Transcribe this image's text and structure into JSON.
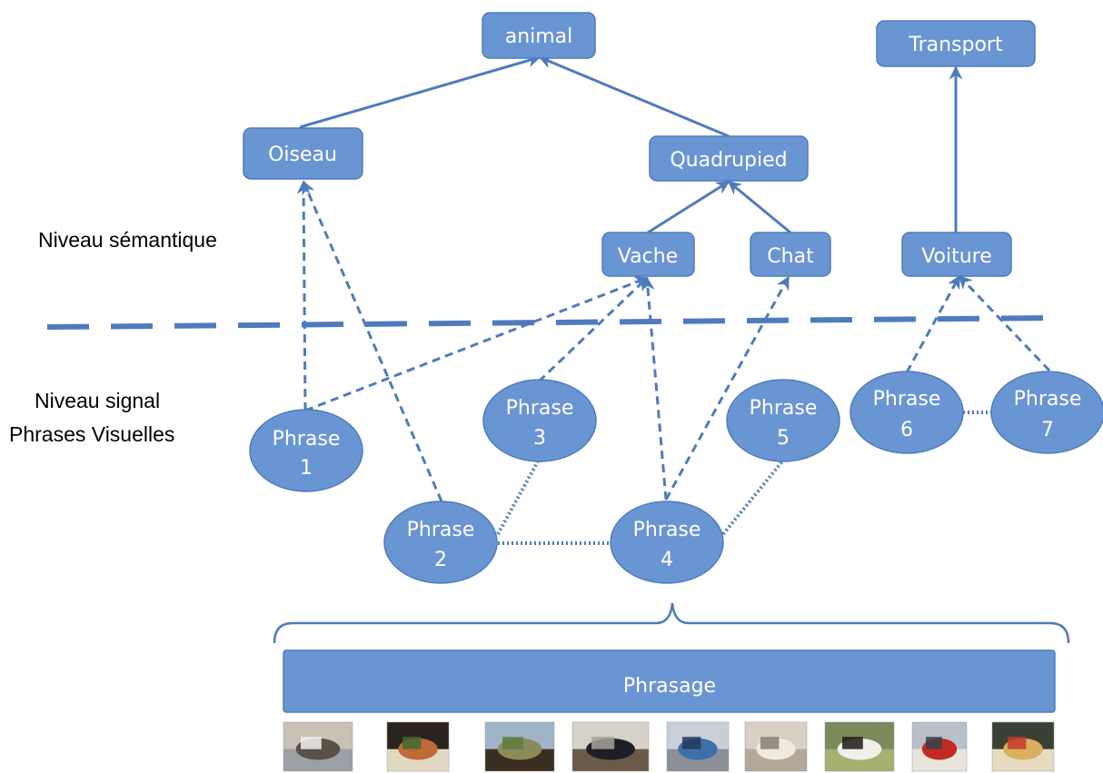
{
  "colors": {
    "node_fill": "#6a95d3",
    "node_stroke": "#4f7bbd",
    "edge": "#4f7bbd",
    "text_on_node": "#ffffff",
    "label_text": "#000000"
  },
  "labels": {
    "semantic_level": "Niveau sémantique",
    "signal_level_line1": "Niveau signal",
    "signal_level_line2": "Phrases Visuelles"
  },
  "semantic_nodes": {
    "animal": "animal",
    "transport": "Transport",
    "oiseau": "Oiseau",
    "quadrupied": "Quadrupied",
    "vache": "Vache",
    "chat": "Chat",
    "voiture": "Voiture"
  },
  "phrases": [
    {
      "word": "Phrase",
      "num": "1"
    },
    {
      "word": "Phrase",
      "num": "2"
    },
    {
      "word": "Phrase",
      "num": "3"
    },
    {
      "word": "Phrase",
      "num": "4"
    },
    {
      "word": "Phrase",
      "num": "5"
    },
    {
      "word": "Phrase",
      "num": "6"
    },
    {
      "word": "Phrase",
      "num": "7"
    }
  ],
  "phrasage_label": "Phrasage",
  "thumbnails": [
    {
      "icon": "airplane-thumbnail",
      "colors": [
        "#c9c2b4",
        "#5a5048",
        "#f1f1f1",
        "#9aa0a6"
      ]
    },
    {
      "icon": "potted-plant-thumbnail",
      "colors": [
        "#2a241c",
        "#c06a3a",
        "#3f6b2e",
        "#e0d8c0"
      ]
    },
    {
      "icon": "horse-landscape-thumbnail",
      "colors": [
        "#9fb4c8",
        "#8a8a5a",
        "#5e7a3c",
        "#3b2c20"
      ]
    },
    {
      "icon": "sofa-thumbnail",
      "colors": [
        "#d7d2c8",
        "#1e1e26",
        "#a8a29a",
        "#6b5a48"
      ]
    },
    {
      "icon": "blue-car-thumbnail",
      "colors": [
        "#c8cfd8",
        "#3f6fa8",
        "#233a5a",
        "#8a9098"
      ]
    },
    {
      "icon": "cat-thumbnail",
      "colors": [
        "#d8d0c4",
        "#efe9e0",
        "#8a7e70",
        "#b4a898"
      ]
    },
    {
      "icon": "cow-thumbnail",
      "colors": [
        "#7a8a5a",
        "#f0efe8",
        "#1d1a18",
        "#a6b070"
      ]
    },
    {
      "icon": "bus-street-thumbnail",
      "colors": [
        "#b8c0c8",
        "#c42a24",
        "#38404a",
        "#e8e4dc"
      ]
    },
    {
      "icon": "shop-interior-thumbnail",
      "colors": [
        "#3a4032",
        "#d8b060",
        "#c43a2a",
        "#e8dcc0"
      ]
    }
  ]
}
